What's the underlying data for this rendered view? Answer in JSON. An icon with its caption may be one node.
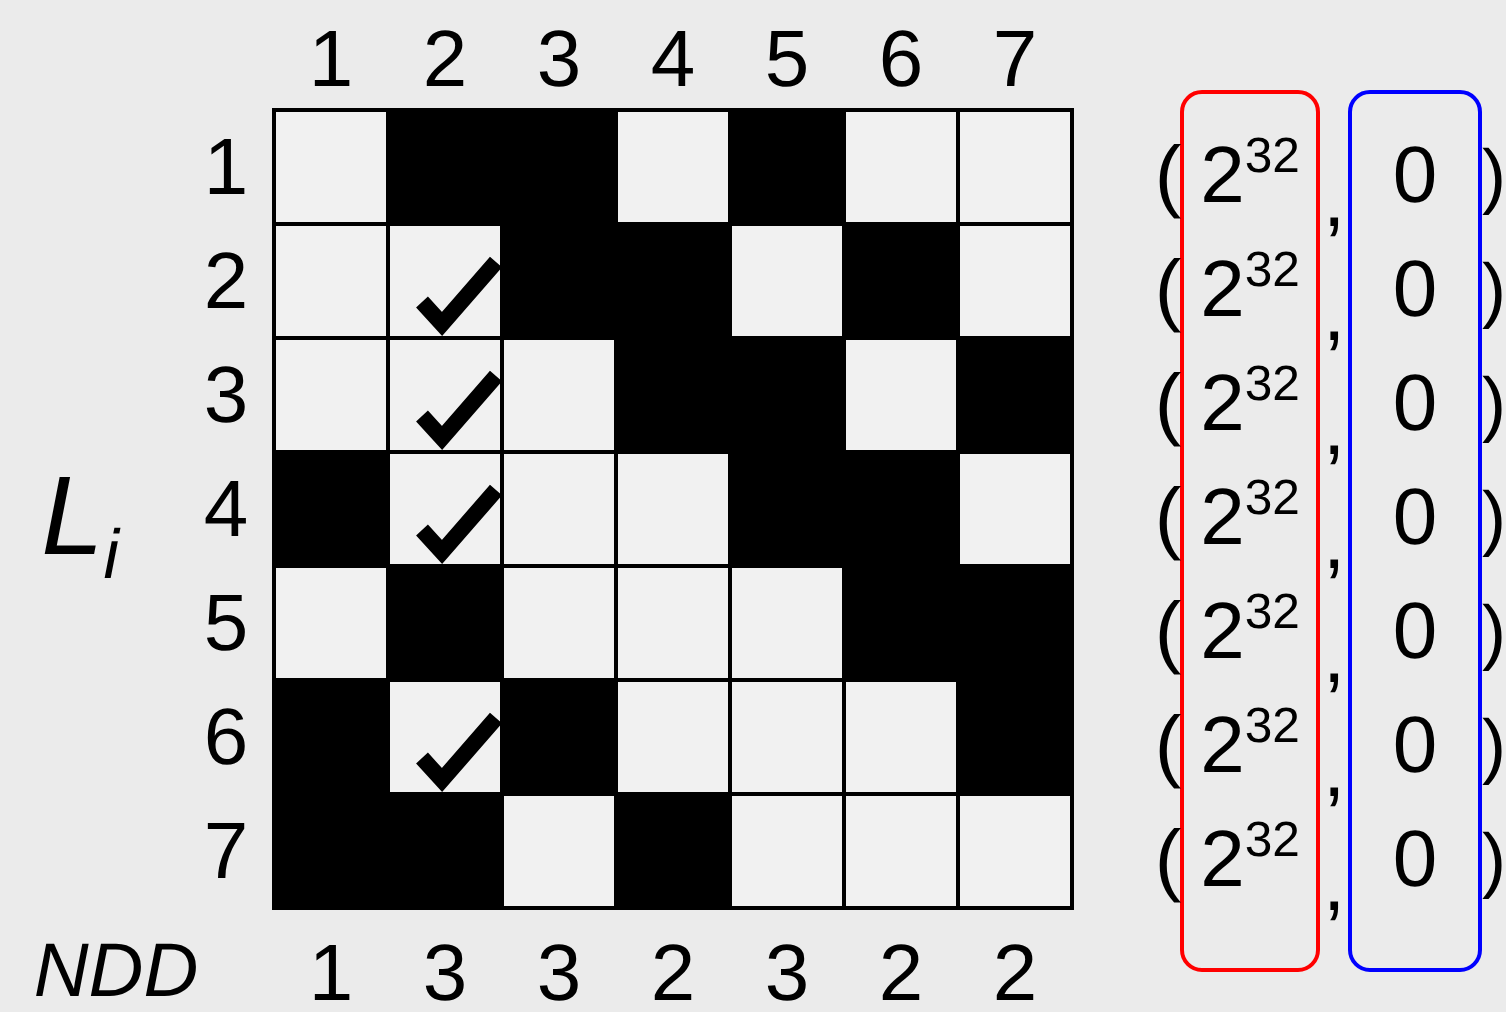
{
  "diagram": {
    "nodes": [
      {
        "text": [
          "2$^{32}$",
          "2$^{32}$",
          "2$^{32}$",
          "2$^{32}$",
          "2$^{32}$",
          "2$^{32}$",
          "2$^{32}$"
        ]
      },
      {
        "text": [
          "0",
          "0",
          "0",
          "0",
          "0",
          "0",
          "0"
        ]
      }
    ],
    "labels": [
      "1",
      "2",
      "3",
      "4",
      "5",
      "6",
      "7",
      "1",
      "2",
      "3",
      "4",
      "5",
      "6",
      "7",
      "L$_{i}$",
      "NDD",
      "1",
      "3",
      "3",
      "2",
      "3",
      "2",
      "2",
      "(",
      ",",
      ")",
      "(",
      ",",
      ")",
      "(",
      ",",
      ")",
      "(",
      ",",
      ")",
      "(",
      ",",
      ")",
      "(",
      ",",
      ")",
      "(",
      ",",
      ")"
    ]
  }
}
